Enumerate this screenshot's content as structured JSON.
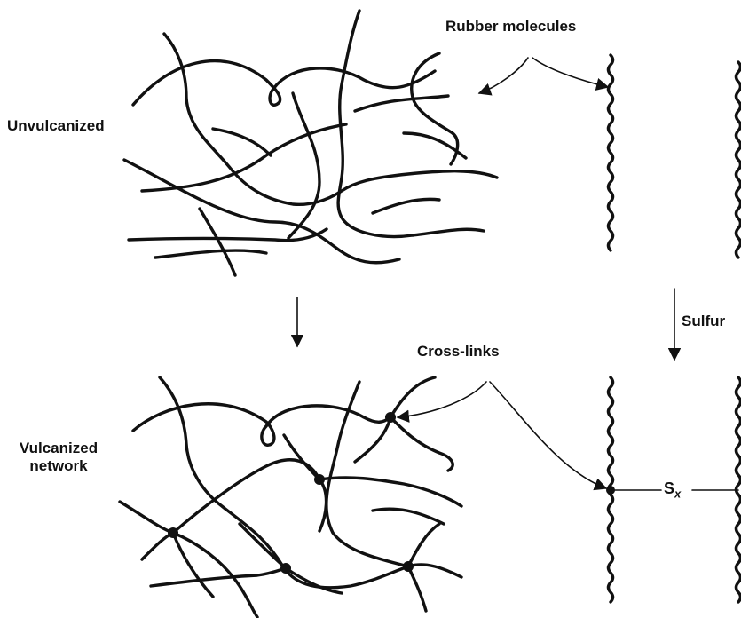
{
  "labels": {
    "rubber_molecules": "Rubber molecules",
    "unvulcanized": "Unvulcanized",
    "sulfur": "Sulfur",
    "cross_links": "Cross-links",
    "vulcanized_line1": "Vulcanized",
    "vulcanized_line2": "network",
    "sx_symbol": "S",
    "sx_subscript": "x"
  },
  "colors": {
    "ink": "#111111",
    "background": "#ffffff"
  }
}
